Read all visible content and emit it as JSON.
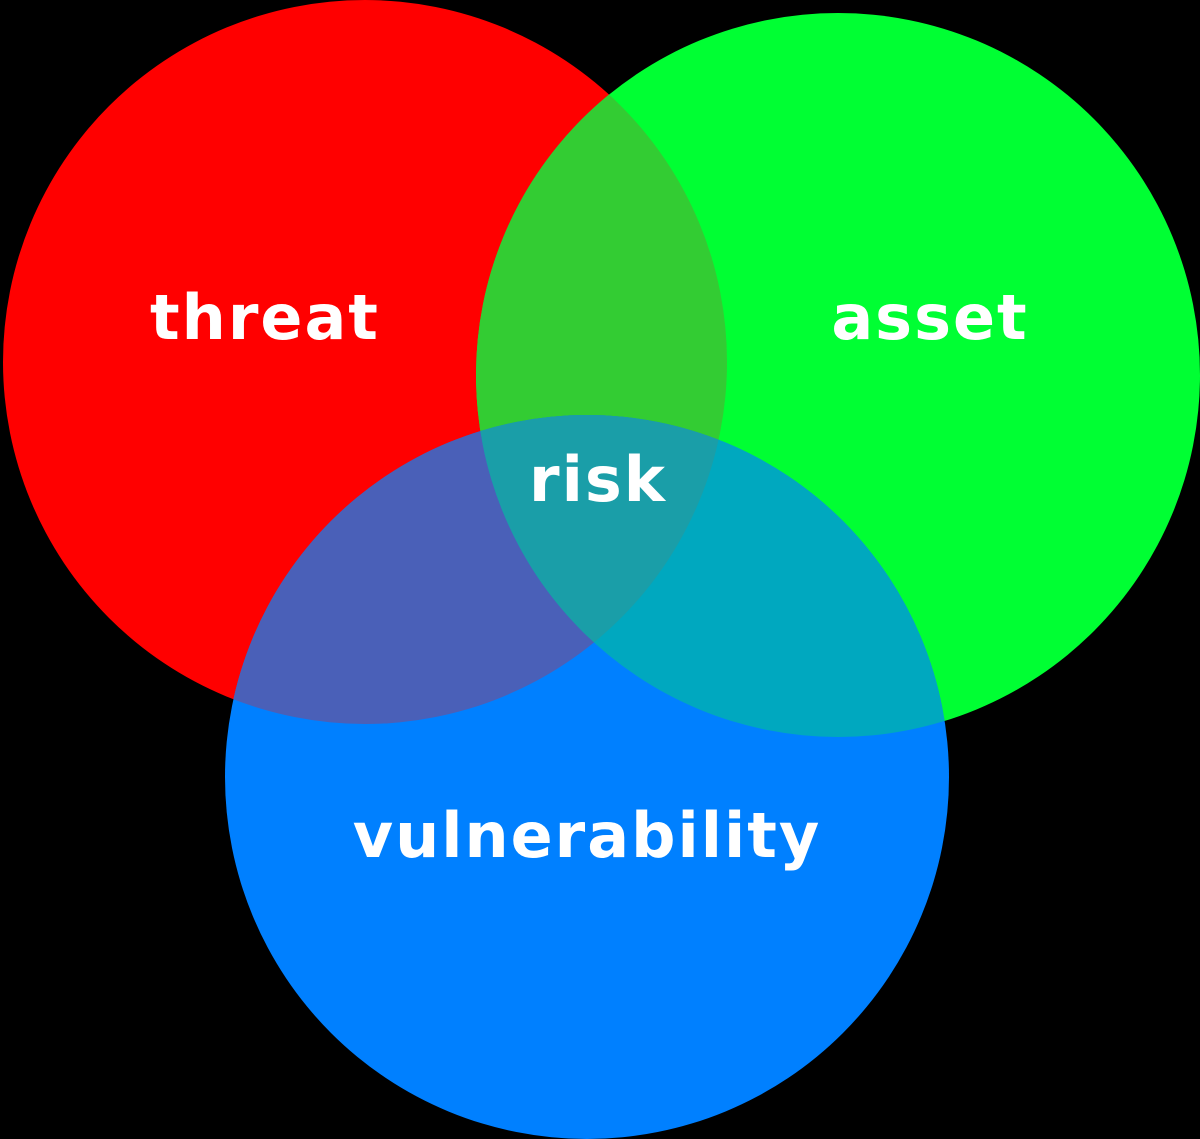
{
  "venn": {
    "sets": [
      {
        "key": "threat",
        "label": "threat",
        "color": "#ff0000"
      },
      {
        "key": "asset",
        "label": "asset",
        "color": "#00ff33"
      },
      {
        "key": "vulnerability",
        "label": "vulnerability",
        "color": "#0080ff"
      }
    ],
    "intersections": {
      "threat_asset": {
        "color": "#33cc33"
      },
      "threat_vulnerability": {
        "color": "#4a60b8"
      },
      "asset_vulnerability": {
        "color": "#00a8bf"
      },
      "all": {
        "label": "risk",
        "color": "#1a9ea8"
      }
    },
    "background": "#000000",
    "label_color": "#ffffff"
  }
}
